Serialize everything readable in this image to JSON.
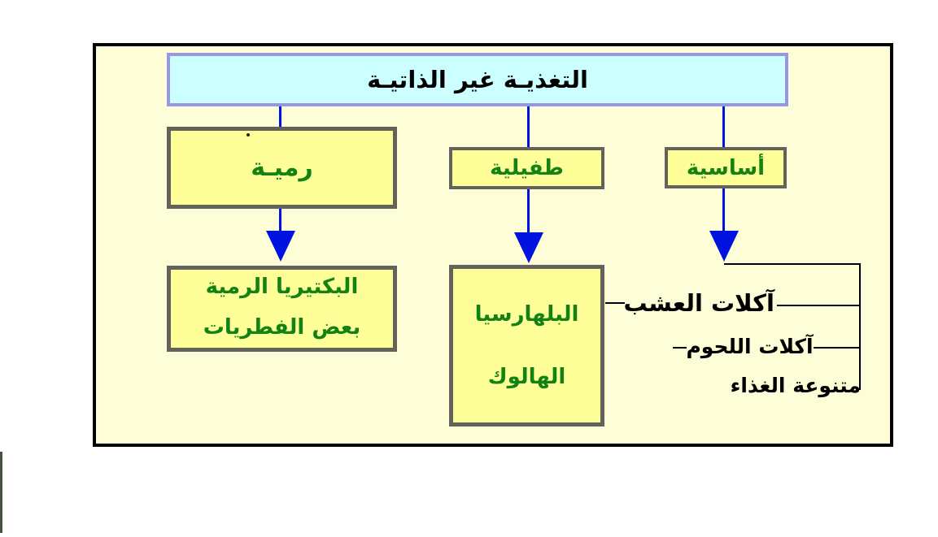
{
  "diagram": {
    "title": "التغذيـة غير الذاتيـة",
    "branches": [
      {
        "label": "رميـة",
        "examples_line1": "البكتيريا الرمية",
        "examples_line2": "بعض الفطريات"
      },
      {
        "label": "طفيلية",
        "examples_line1": "البلهارسيا",
        "examples_line2": "الهالوك"
      },
      {
        "label": "أساسية",
        "examples": [
          "آكلات العشب",
          "آكلات اللحوم",
          "متنوعة الغذاء"
        ]
      }
    ],
    "colors": {
      "frame_border": "#000000",
      "panel_background": "#FDFDD8",
      "title_background": "#CCFFFF",
      "title_border": "#9595EA",
      "box_background": "#FFFF99",
      "box_border": "#63635B",
      "connector_blue": "#0012E0",
      "example_text_green": "#128212",
      "label_text_black": "#000000"
    }
  }
}
